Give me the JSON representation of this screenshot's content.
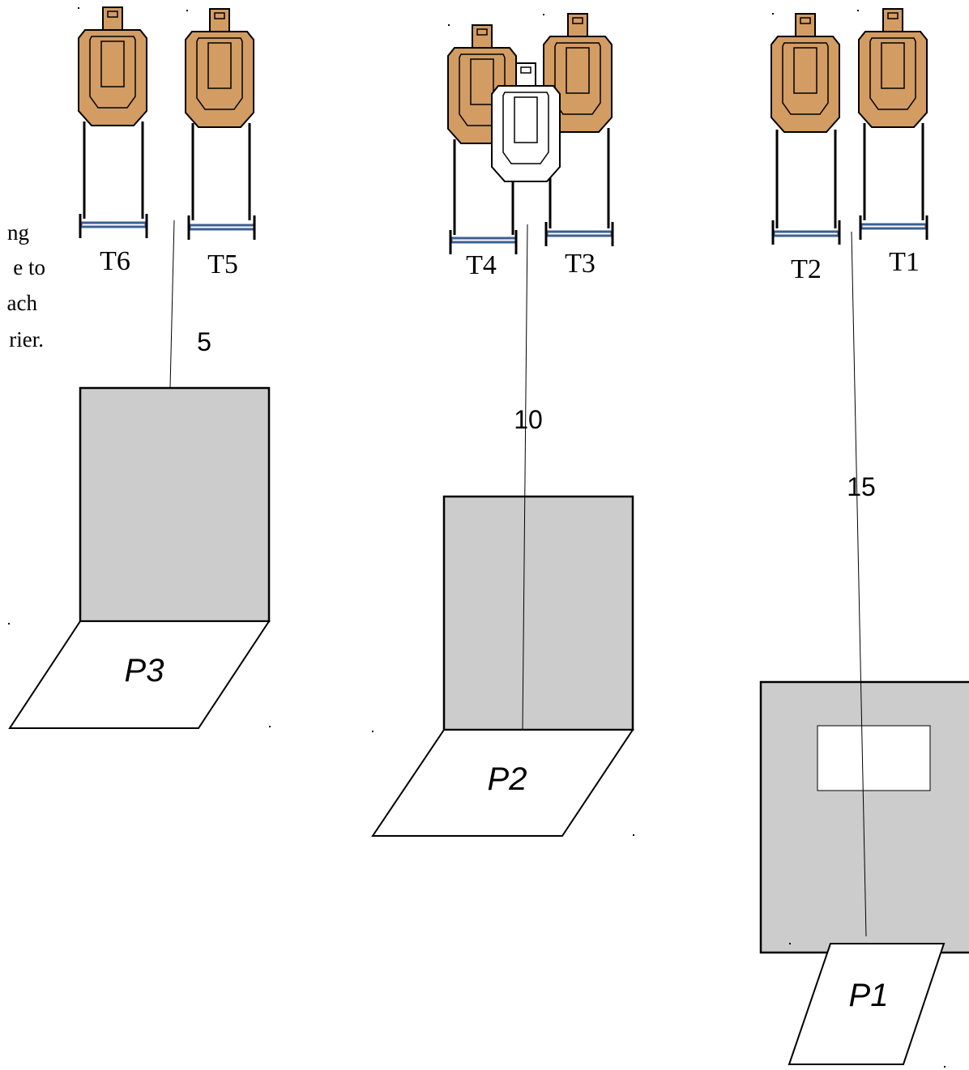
{
  "note_lines": [
    "ng",
    "e to",
    "ach",
    "rier."
  ],
  "targets": [
    {
      "label": "T6",
      "type": "tan"
    },
    {
      "label": "T5",
      "type": "tan"
    },
    {
      "label": "T4",
      "type": "tan"
    },
    {
      "label": "T3",
      "type": "tan"
    },
    {
      "label": "T2",
      "type": "tan"
    },
    {
      "label": "T1",
      "type": "tan"
    },
    {
      "label": "",
      "type": "no-shoot"
    }
  ],
  "distances": [
    "5",
    "10",
    "15"
  ],
  "positions": [
    "P3",
    "P2",
    "P1"
  ],
  "colors": {
    "target_fill": "#d29c63",
    "no_shoot_fill": "#ffffff",
    "barrier_fill": "#cccccc",
    "stand_base": "#3b5f8f",
    "stroke": "#000000"
  }
}
